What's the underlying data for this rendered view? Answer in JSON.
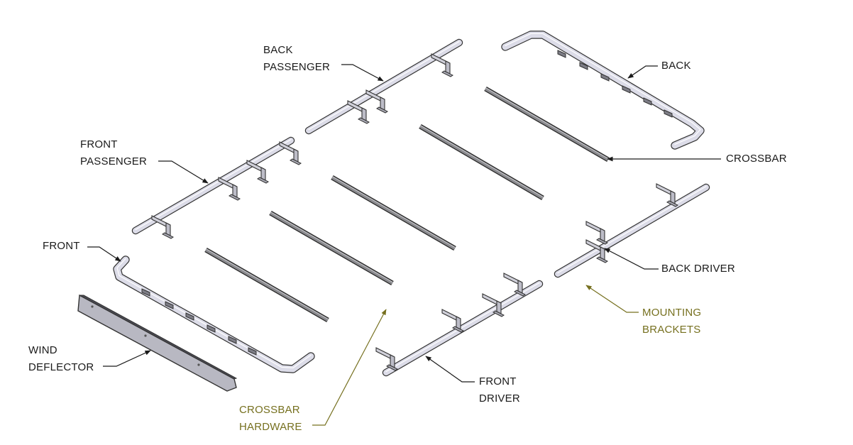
{
  "labels": {
    "back_passenger": "BACK\nPASSENGER",
    "back": "BACK",
    "front_passenger": "FRONT\nPASSENGER",
    "crossbar": "CROSSBAR",
    "front": "FRONT",
    "back_driver": "BACK DRIVER",
    "mounting_brackets": "MOUNTING\nBRACKETS",
    "wind_deflector": "WIND\nDEFLECTOR",
    "front_driver": "FRONT\nDRIVER",
    "crossbar_hardware": "CROSSBAR\nHARDWARE"
  },
  "colors": {
    "line": "#1a1a1a",
    "part_stroke": "#333333",
    "rail_fill": "#dcdce8",
    "crossbar_fill": "#8a8a8e",
    "deflector_fill": "#b8b8c2",
    "hardware_label": "#76701f"
  }
}
